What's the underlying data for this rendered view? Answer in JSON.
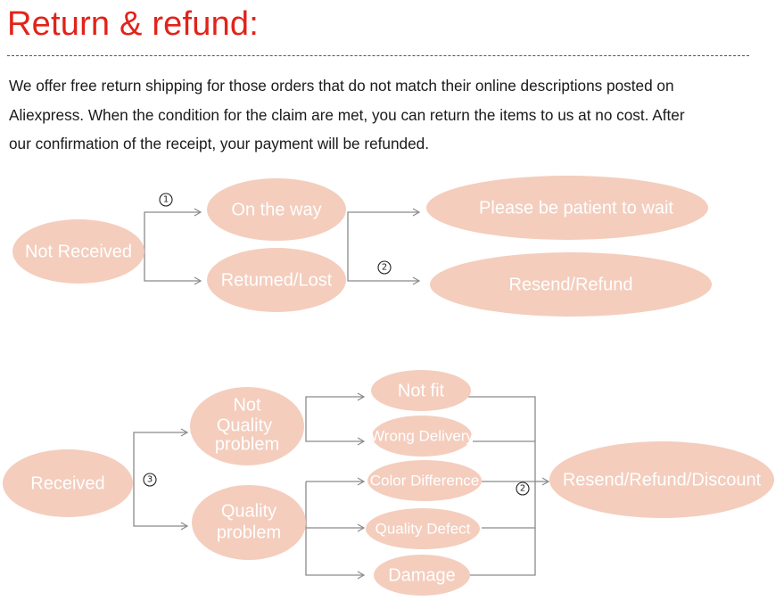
{
  "title": "Return & refund:",
  "intro": "We offer free return shipping for  those orders that do not  match their online descriptions  posted on\nAliexpress. When the condition for the claim are met, you can return the items to us at no cost. After\nour confirmation of the receipt, your payment will be refunded.",
  "colors": {
    "title": "#e2231a",
    "node_fill": "#f4cdbd",
    "node_text": "#ffffff",
    "connector": "#8a8a8a"
  },
  "flow_top": {
    "start": "Not Received",
    "branches": [
      {
        "label": "On the way",
        "marker": "1",
        "outcome": "Please be patient to wait"
      },
      {
        "label": "Retumed/Lost",
        "marker": "2",
        "outcome": "Resend/Refund"
      }
    ]
  },
  "flow_bottom": {
    "start": "Received",
    "marker": "3",
    "groups": [
      {
        "label_lines": [
          "Not",
          "Quality",
          "problem"
        ],
        "reasons": [
          "Not fit",
          "Wrong Delivery"
        ]
      },
      {
        "label_lines": [
          "Quality",
          "problem"
        ],
        "reasons": [
          "Color Difference",
          "Quality Defect",
          "Damage"
        ]
      }
    ],
    "outcome_marker": "2",
    "outcome": "Resend/Refund/Discount"
  }
}
